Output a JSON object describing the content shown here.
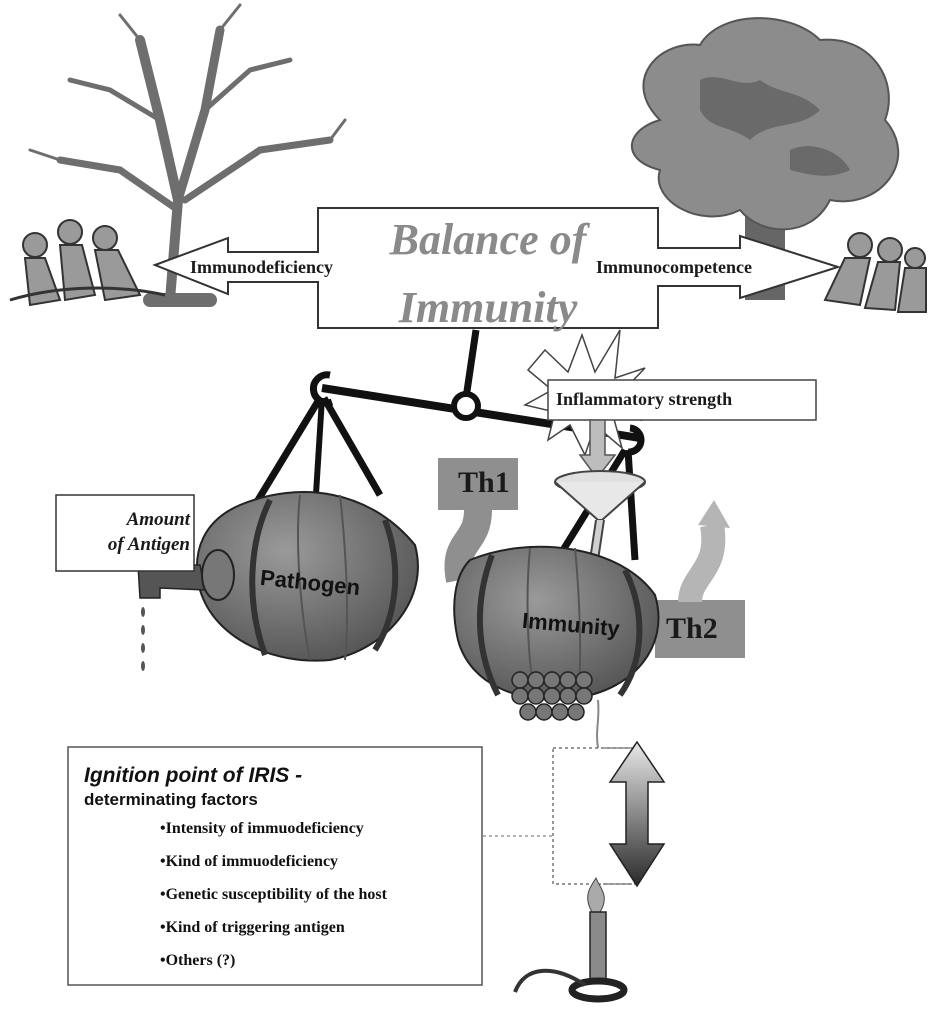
{
  "title": {
    "line1": "Balance of",
    "line2": "Immunity"
  },
  "arrows": {
    "left": "Immunodeficiency",
    "right": "Immunocompetence"
  },
  "inflammation": {
    "label": "Inflammatory strength"
  },
  "antigen": {
    "line1": "Amount",
    "line2": "of Antigen"
  },
  "barrels": {
    "pathogen": "Pathogen",
    "immunity": "Immunity"
  },
  "th": {
    "th1": "Th1",
    "th2": "Th2"
  },
  "ignition": {
    "title": "Ignition point of IRIS -",
    "subtitle": "determinating factors",
    "factors": [
      "•Intensity of immuodeficiency",
      "•Kind of immuodeficiency",
      "•Genetic susceptibility of the host",
      "•Kind of triggering antigen",
      "•Others (?)"
    ]
  },
  "colors": {
    "title": "#8a8a8a",
    "barrel": "#7a7a7a",
    "tree": "#6e6e6e",
    "th_arrow": "#8f8f8f"
  }
}
